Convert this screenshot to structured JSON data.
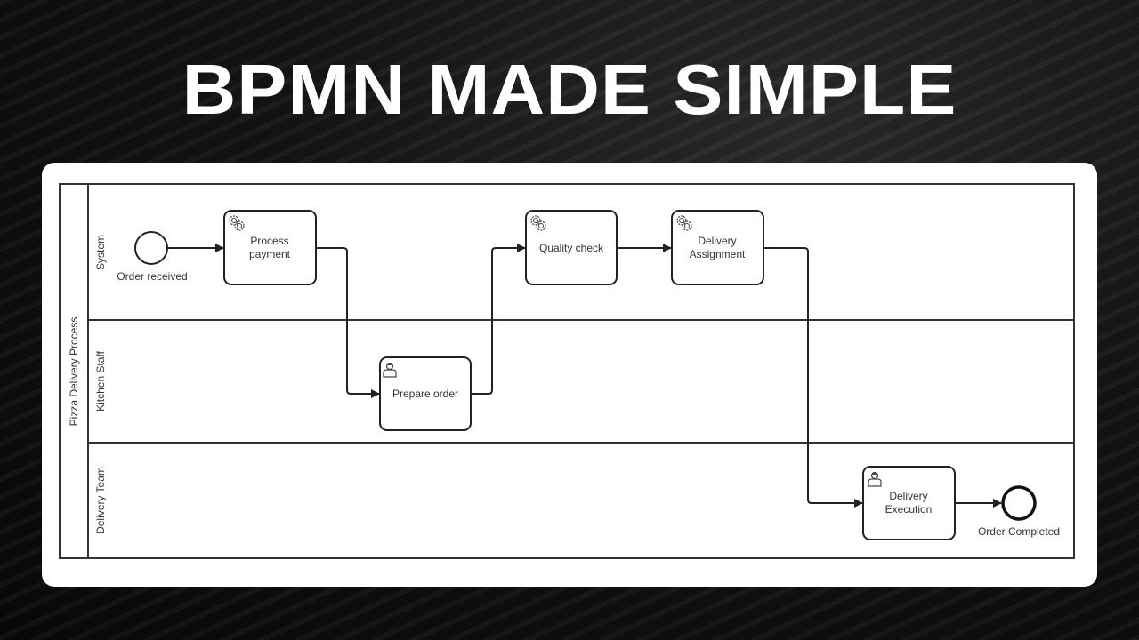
{
  "title": "BPMN MADE SIMPLE",
  "pool": {
    "name": "Pizza Delivery Process",
    "lanes": [
      "System",
      "Kitchen Staff",
      "Delivery Team"
    ]
  },
  "events": {
    "start": "Order received",
    "end": "Order Completed"
  },
  "tasks": {
    "process_payment": [
      "Process",
      "payment"
    ],
    "prepare_order": "Prepare order",
    "quality_check": "Quality check",
    "delivery_assignment": [
      "Delivery",
      "Assignment"
    ],
    "delivery_execution": [
      "Delivery",
      "Execution"
    ]
  },
  "task_types": {
    "process_payment": "gear-icon",
    "prepare_order": "user-icon",
    "quality_check": "gear-icon",
    "delivery_assignment": "gear-icon",
    "delivery_execution": "user-icon"
  },
  "colors": {
    "background": "#111111",
    "card": "#ffffff",
    "stroke": "#333333"
  }
}
